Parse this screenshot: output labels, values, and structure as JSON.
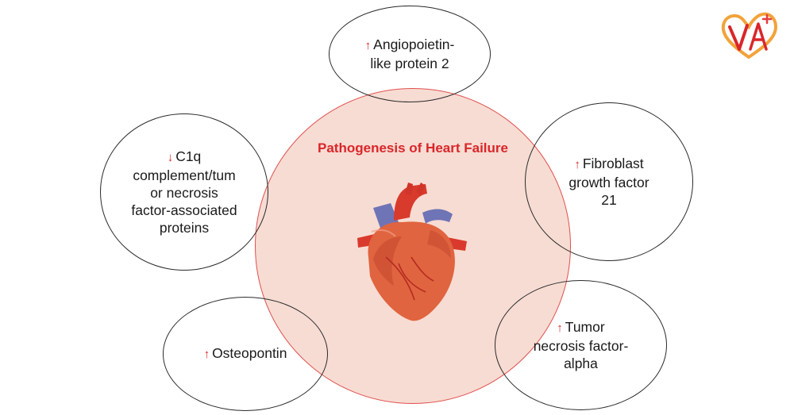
{
  "title": "Pathogenesis of Heart Failure",
  "factors": [
    {
      "direction": "up",
      "arrow": "↑",
      "text": "Angiopoietin-\nlike protein 2"
    },
    {
      "direction": "down",
      "arrow": "↓",
      "text": "C1q\ncomplement/tum\nor necrosis\nfactor-associated\nproteins"
    },
    {
      "direction": "up",
      "arrow": "↑",
      "text": "Fibroblast\ngrowth factor\n21"
    },
    {
      "direction": "up",
      "arrow": "↑",
      "text": "Osteopontin"
    },
    {
      "direction": "up",
      "arrow": "↑",
      "text": "Tumor\nnecrosis factor-\nalpha"
    }
  ],
  "colors": {
    "accent": "#d9262a",
    "center_fill": "#f7dcd3",
    "center_border": "#e0504e",
    "oval_border": "#2a2a2a"
  },
  "icons": {
    "heart": "heart-illustration",
    "logo": "heart-logo-icon"
  }
}
